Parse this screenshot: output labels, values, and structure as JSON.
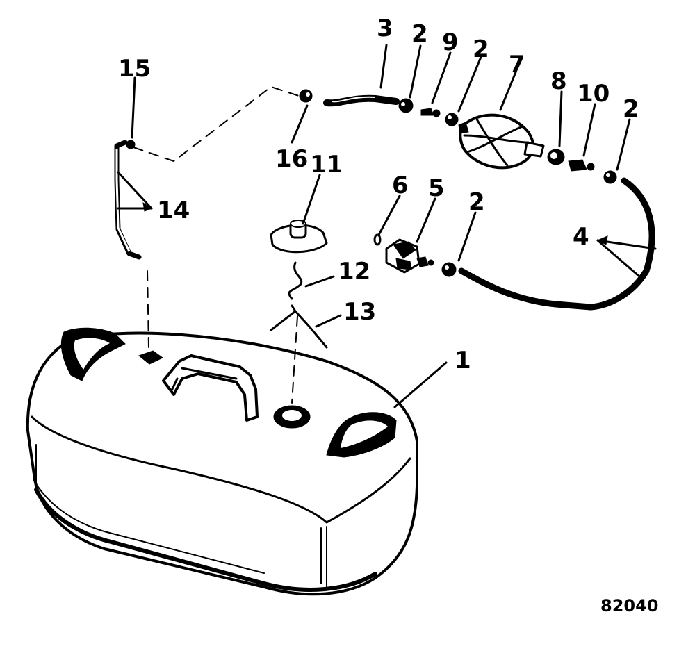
{
  "figure_number": "82040",
  "callouts": {
    "c1": "1",
    "c2a": "2",
    "c2b": "2",
    "c2c": "2",
    "c2d": "2",
    "c3": "3",
    "c4": "4",
    "c5": "5",
    "c6": "6",
    "c7": "7",
    "c8": "8",
    "c9": "9",
    "c10": "10",
    "c11": "11",
    "c12": "12",
    "c13": "13",
    "c14": "14",
    "c15": "15",
    "c16": "16"
  }
}
